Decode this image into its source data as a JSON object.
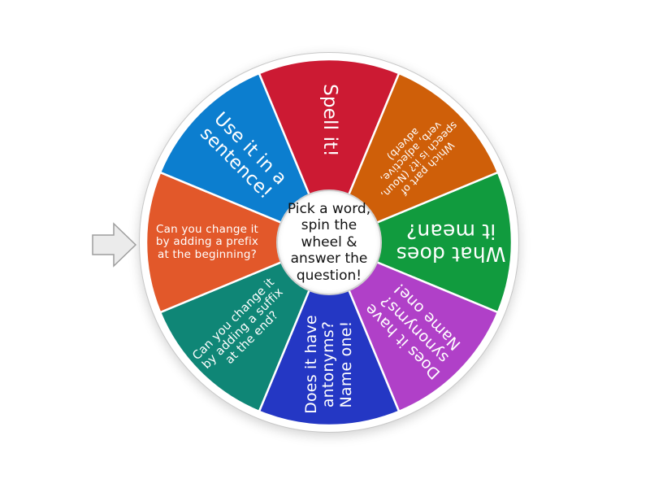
{
  "wheel": {
    "center_text": "Pick a word, spin the wheel & answer the question!",
    "segments": [
      {
        "label": "What does it mean?",
        "color": "#119b3e"
      },
      {
        "label": "Does it have synonyms? Name one!",
        "color": "#b040c8"
      },
      {
        "label": "Does it have antonyms? Name one!",
        "color": "#2437c4"
      },
      {
        "label": "Can you change it by adding a suffix at the end?",
        "color": "#0f8676"
      },
      {
        "label": "Can you change it by adding a prefix at the beginning?",
        "color": "#e2582a"
      },
      {
        "label": "Use it in a sentence!",
        "color": "#0c7ecf"
      },
      {
        "label": "Spell it!",
        "color": "#cc1a33"
      },
      {
        "label": "Which part of speech is it? (Noun, verb, adjective, adverb)",
        "color": "#cf5f09"
      }
    ]
  },
  "pointer": {
    "icon": "arrow-right-icon"
  }
}
